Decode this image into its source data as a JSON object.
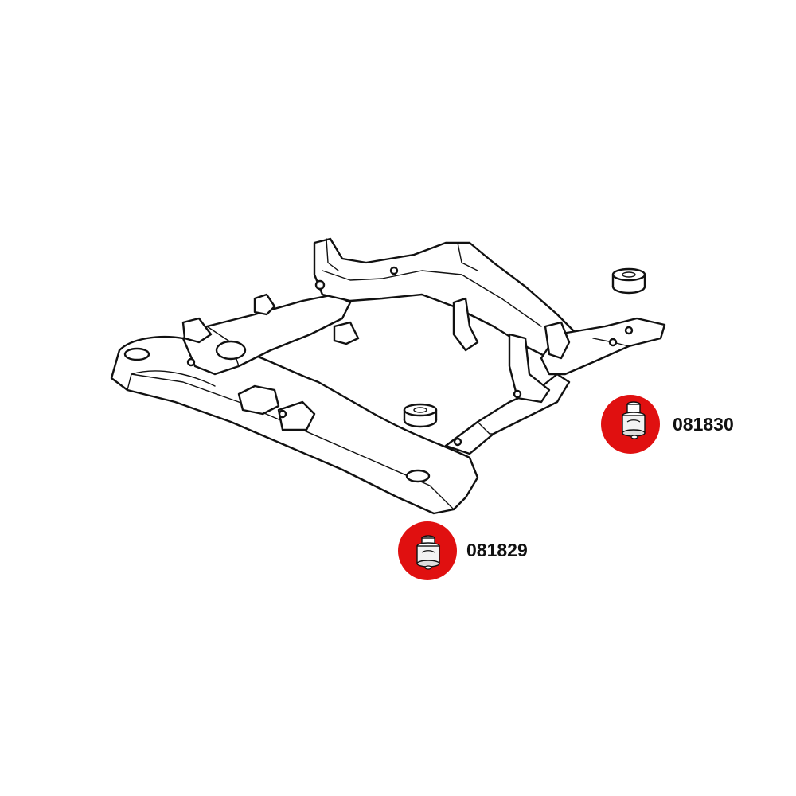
{
  "parts": [
    {
      "id": "081830",
      "label": "081830"
    },
    {
      "id": "081829",
      "label": "081829"
    }
  ],
  "colors": {
    "badge_fill": "#e01010",
    "line": "#111111",
    "background": "#ffffff"
  },
  "icons": {
    "part_badge": "bushing-icon"
  }
}
